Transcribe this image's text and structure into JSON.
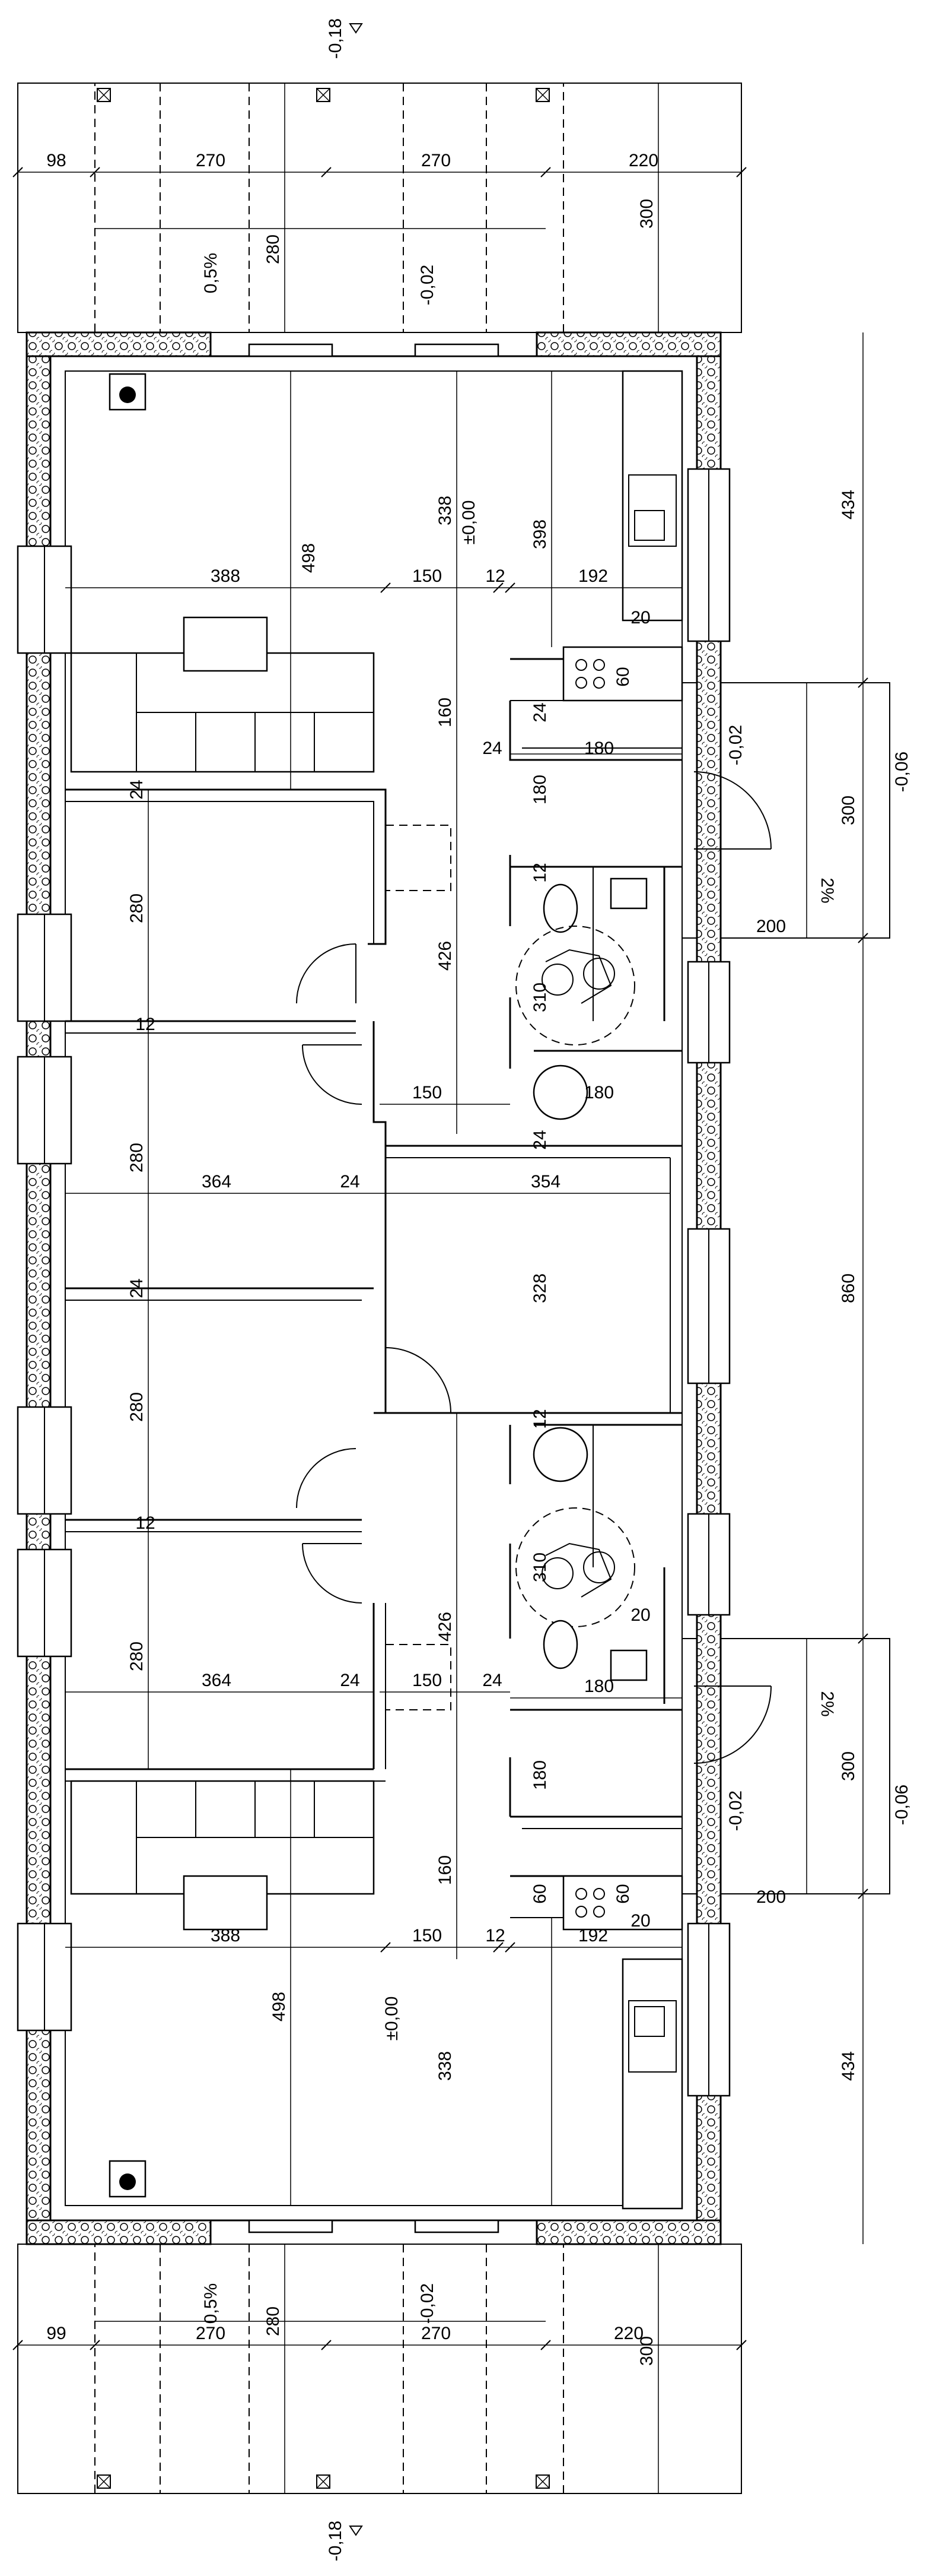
{
  "levels": {
    "top_outside": "-0,18",
    "bottom_outside": "-0,18",
    "floor_upper": "±0,00",
    "floor_lower": "±0,00",
    "terrace_upper": "-0,02",
    "terrace_lower": "-0,02",
    "entry_upper_a": "-0,02",
    "entry_upper_b": "-0,06",
    "entry_lower_a": "-0,02",
    "entry_lower_b": "-0,06"
  },
  "slopes": {
    "terrace_upper": "0,5%",
    "terrace_lower": "0,5%",
    "ramp_upper": "2%",
    "ramp_lower": "2%"
  },
  "dims": {
    "top_row": [
      "98",
      "270",
      "270",
      "220"
    ],
    "bottom_row": [
      "99",
      "270",
      "270",
      "220"
    ],
    "terrace_depth_upper": "280",
    "terrace_depth_lower": "280",
    "terrace_width_upper": "300",
    "terrace_width_lower": "300",
    "living_upper": [
      "388",
      "150",
      "12",
      "192"
    ],
    "living_lower": [
      "388",
      "150",
      "12",
      "192"
    ],
    "room_heights": [
      "498",
      "338",
      "398",
      "160",
      "426",
      "498",
      "338",
      "160",
      "426"
    ],
    "kitchen_upper": [
      "20",
      "60",
      "24",
      "24",
      "180",
      "180"
    ],
    "bedroom_heights": [
      "280",
      "280",
      "280",
      "280"
    ],
    "bed_widths": [
      "364",
      "24",
      "354",
      "364",
      "24"
    ],
    "bath": [
      "150",
      "180",
      "24",
      "310",
      "328",
      "310",
      "20",
      "150",
      "24",
      "180",
      "180",
      "60",
      "60",
      "20"
    ],
    "right_side": [
      "434",
      "300",
      "200",
      "860",
      "200",
      "300",
      "434"
    ],
    "small_12": [
      "12",
      "12",
      "12",
      "12",
      "24",
      "24"
    ]
  }
}
